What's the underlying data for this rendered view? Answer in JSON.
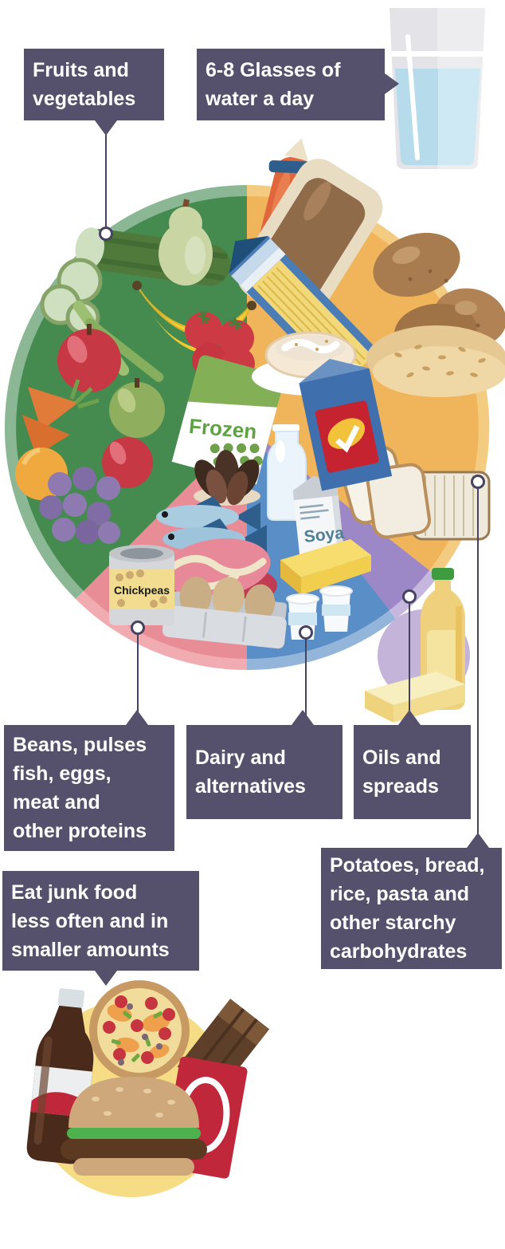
{
  "palette": {
    "label_bg": "#55516C",
    "label_text": "#FFFFFF",
    "connector": "#46425F",
    "seg_green": "#458B50",
    "seg_green_rim": "#8CB795",
    "seg_yellow": "#F0B45A",
    "seg_yellow_rim": "#F3CC82",
    "seg_pink": "#E88D96",
    "seg_pink_rim": "#F0ACB1",
    "seg_blue": "#5A8EC6",
    "seg_blue_rim": "#93B5DA",
    "seg_purple": "#9C88C6",
    "seg_purple_rim": "#C6B7DF",
    "glass": "#E4E4E8",
    "glass_light": "#EDEDF0",
    "water": "#B6DCEC",
    "water_light": "#CEE9F3",
    "junk_bg": "#F5DC85"
  },
  "callouts": {
    "fruits_veg": "Fruits and\nvegetables",
    "water": "6-8 Glasses of\nwater a day",
    "proteins": "Beans, pulses\nfish, eggs,\nmeat and\nother proteins",
    "dairy": "Dairy and\nalternatives",
    "oils": "Oils and\nspreads",
    "starchy": "Potatoes, bread,\nrice, pasta and\nother starchy\ncarbohydrates",
    "junk": "Eat junk food\nless often and in\nsmaller amounts"
  },
  "products": {
    "frozen_bag": "Frozen",
    "chickpeas_can": "Chickpeas",
    "soya_carton": "Soya"
  },
  "plate": {
    "segments": [
      {
        "id": "fruits-vegetables",
        "color": "#458B50",
        "rim": "#8CB795"
      },
      {
        "id": "starchy-carbohydrates",
        "color": "#F0B45A",
        "rim": "#F3CC82"
      },
      {
        "id": "proteins",
        "color": "#E88D96",
        "rim": "#F0ACB1"
      },
      {
        "id": "dairy-alternatives",
        "color": "#5A8EC6",
        "rim": "#93B5DA"
      },
      {
        "id": "oils-spreads",
        "color": "#9C88C6",
        "rim": "#C6B7DF"
      }
    ]
  }
}
